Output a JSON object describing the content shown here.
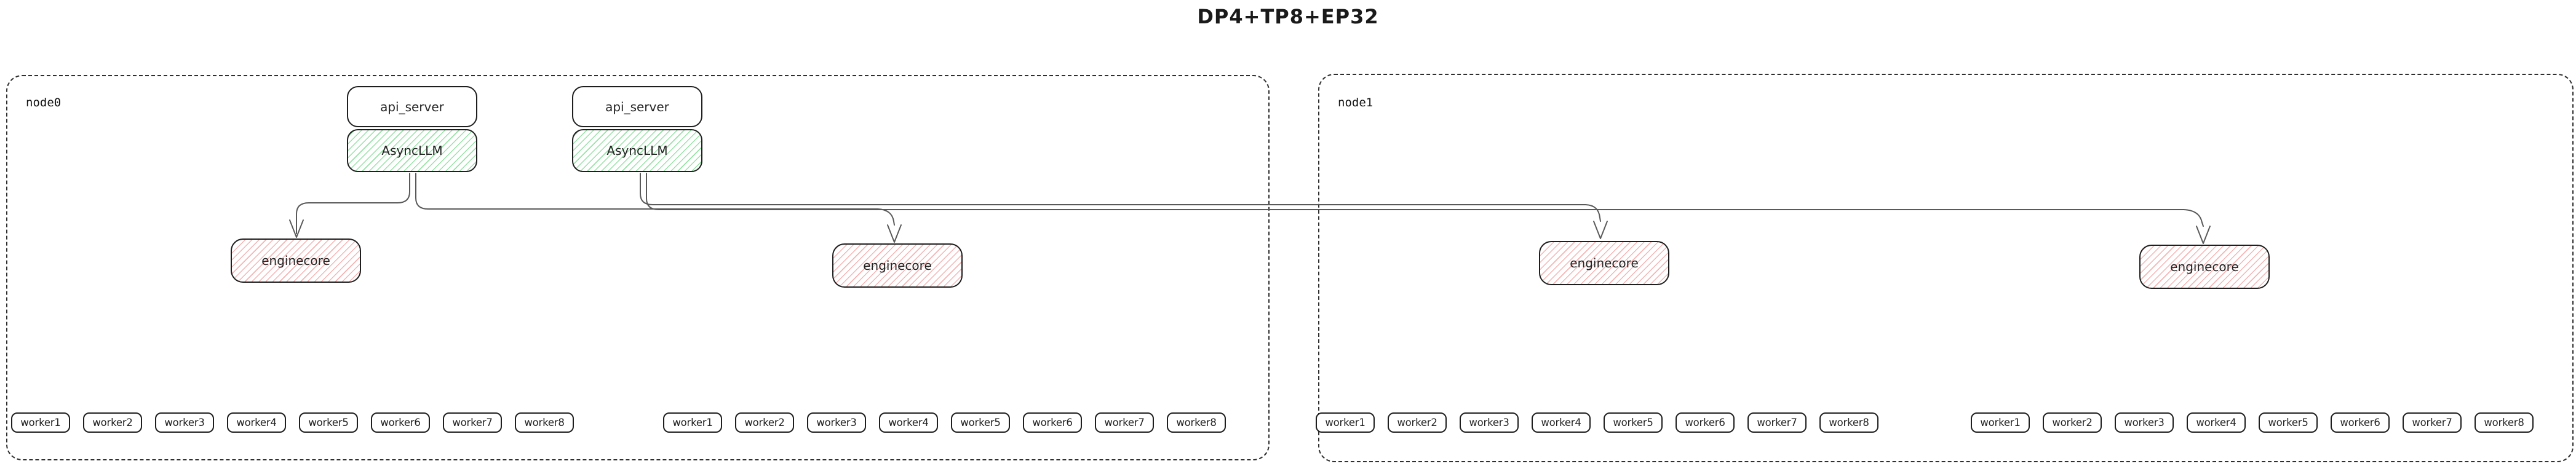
{
  "title": "DP4+TP8+EP32",
  "colors": {
    "box_border": "#1e1e1e",
    "node_border": "#2f2f2f",
    "asyncllm_hatch_green": "#97e2a6",
    "enginecore_hatch_red": "#f6b3b3",
    "edge_line": "#595959",
    "text": "#1e1e1e",
    "background": "#ffffff"
  },
  "node0": {
    "label": "node0",
    "api_server_labels": [
      "api_server",
      "api_server"
    ],
    "asyncllm_labels": [
      "AsyncLLM",
      "AsyncLLM"
    ],
    "enginecore_labels": [
      "enginecore",
      "enginecore"
    ],
    "worker_groups": [
      [
        "worker1",
        "worker2",
        "worker3",
        "worker4",
        "worker5",
        "worker6",
        "worker7",
        "worker8"
      ],
      [
        "worker1",
        "worker2",
        "worker3",
        "worker4",
        "worker5",
        "worker6",
        "worker7",
        "worker8"
      ]
    ]
  },
  "node1": {
    "label": "node1",
    "enginecore_labels": [
      "enginecore",
      "enginecore"
    ],
    "worker_groups": [
      [
        "worker1",
        "worker2",
        "worker3",
        "worker4",
        "worker5",
        "worker6",
        "worker7",
        "worker8"
      ],
      [
        "worker1",
        "worker2",
        "worker3",
        "worker4",
        "worker5",
        "worker6",
        "worker7",
        "worker8"
      ]
    ]
  },
  "edges": [
    {
      "from": "node0 AsyncLLM 1",
      "to": "node0 enginecore 1"
    },
    {
      "from": "node0 AsyncLLM 1",
      "to": "node0 enginecore 2"
    },
    {
      "from": "node0 AsyncLLM 2",
      "to": "node1 enginecore 1"
    },
    {
      "from": "node0 AsyncLLM 2",
      "to": "node1 enginecore 2"
    }
  ]
}
